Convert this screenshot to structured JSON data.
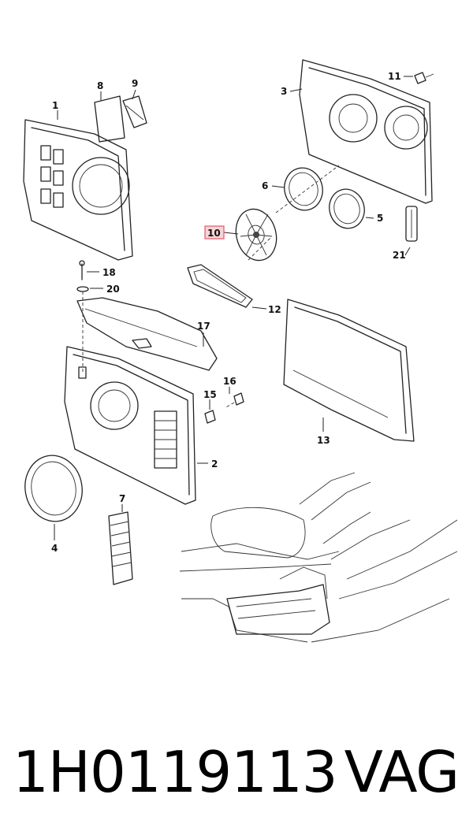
{
  "labels": {
    "p1": "1",
    "p2": "2",
    "p3": "3",
    "p4": "4",
    "p5": "5",
    "p6": "6",
    "p7": "7",
    "p8": "8",
    "p9": "9",
    "p10": "10",
    "p11": "11",
    "p12": "12",
    "p13": "13",
    "p15": "15",
    "p16": "16",
    "p17": "17",
    "p18": "18",
    "p20": "20",
    "p21": "21"
  },
  "highlight": {
    "part": "10",
    "color": "#e05a6a",
    "fill": "#f6d4d8"
  },
  "caption": {
    "part_number": "1H0119113",
    "brand": "VAG"
  }
}
